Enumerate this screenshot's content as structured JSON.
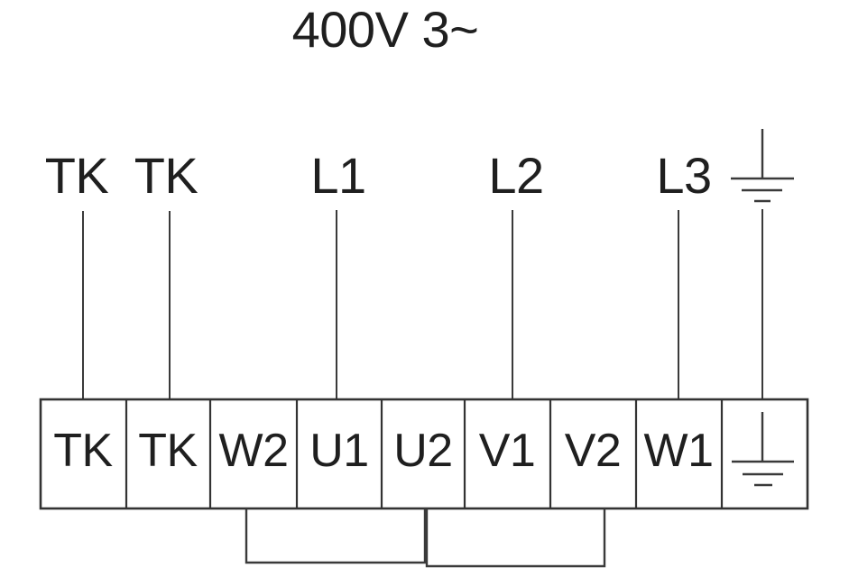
{
  "title": "400V 3~",
  "colors": {
    "background": "#ffffff",
    "line": "#3a3a3a",
    "text": "#1f1f1f"
  },
  "supply": {
    "labels": [
      {
        "text": "TK"
      },
      {
        "text": "TK"
      },
      {
        "text": "L1"
      },
      {
        "text": "L2"
      },
      {
        "text": "L3"
      }
    ],
    "earth_icon": "protective-earth-symbol"
  },
  "terminal_block": {
    "terminals": [
      {
        "label": "TK"
      },
      {
        "label": "TK"
      },
      {
        "label": "W2"
      },
      {
        "label": "U1"
      },
      {
        "label": "U2"
      },
      {
        "label": "V1"
      },
      {
        "label": "V2"
      },
      {
        "label": "W1"
      },
      {
        "label": "",
        "icon": "protective-earth-symbol"
      }
    ]
  },
  "incoming_connections": [
    {
      "from": "TK",
      "to_terminal": "TK"
    },
    {
      "from": "TK",
      "to_terminal": "TK"
    },
    {
      "from": "L1",
      "to_terminal": "U1"
    },
    {
      "from": "L2",
      "to_terminal": "V1"
    },
    {
      "from": "L3",
      "to_terminal": "W1"
    },
    {
      "from": "earth",
      "to_terminal": "earth"
    }
  ],
  "bridges": [
    {
      "from": "W2",
      "to": "U2"
    },
    {
      "from": "U2",
      "to": "V2"
    }
  ]
}
